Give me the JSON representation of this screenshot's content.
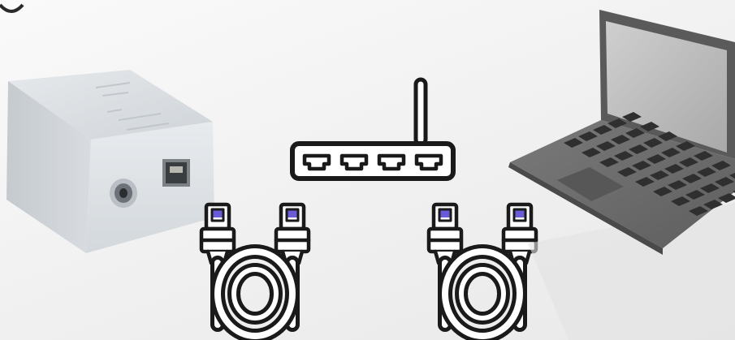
{
  "scene": {
    "devices": [
      {
        "id": "device-box",
        "icon": "network-audio-device"
      },
      {
        "id": "router",
        "icon": "router-icon",
        "port_count": 4
      },
      {
        "id": "laptop",
        "icon": "laptop-icon"
      }
    ],
    "cables": [
      {
        "id": "ethernet-cable-left",
        "icon": "ethernet-cable-icon"
      },
      {
        "id": "ethernet-cable-right",
        "icon": "ethernet-cable-icon"
      }
    ]
  },
  "colors": {
    "background": "#f1f1f1",
    "device_body": "#d9dee2",
    "line_art": "#1a1a1a",
    "connector_accent": "#6a5cd6",
    "laptop_body": "#6e6e6e",
    "laptop_screen": "#bfbfbf",
    "laptop_keys": "#333333"
  }
}
